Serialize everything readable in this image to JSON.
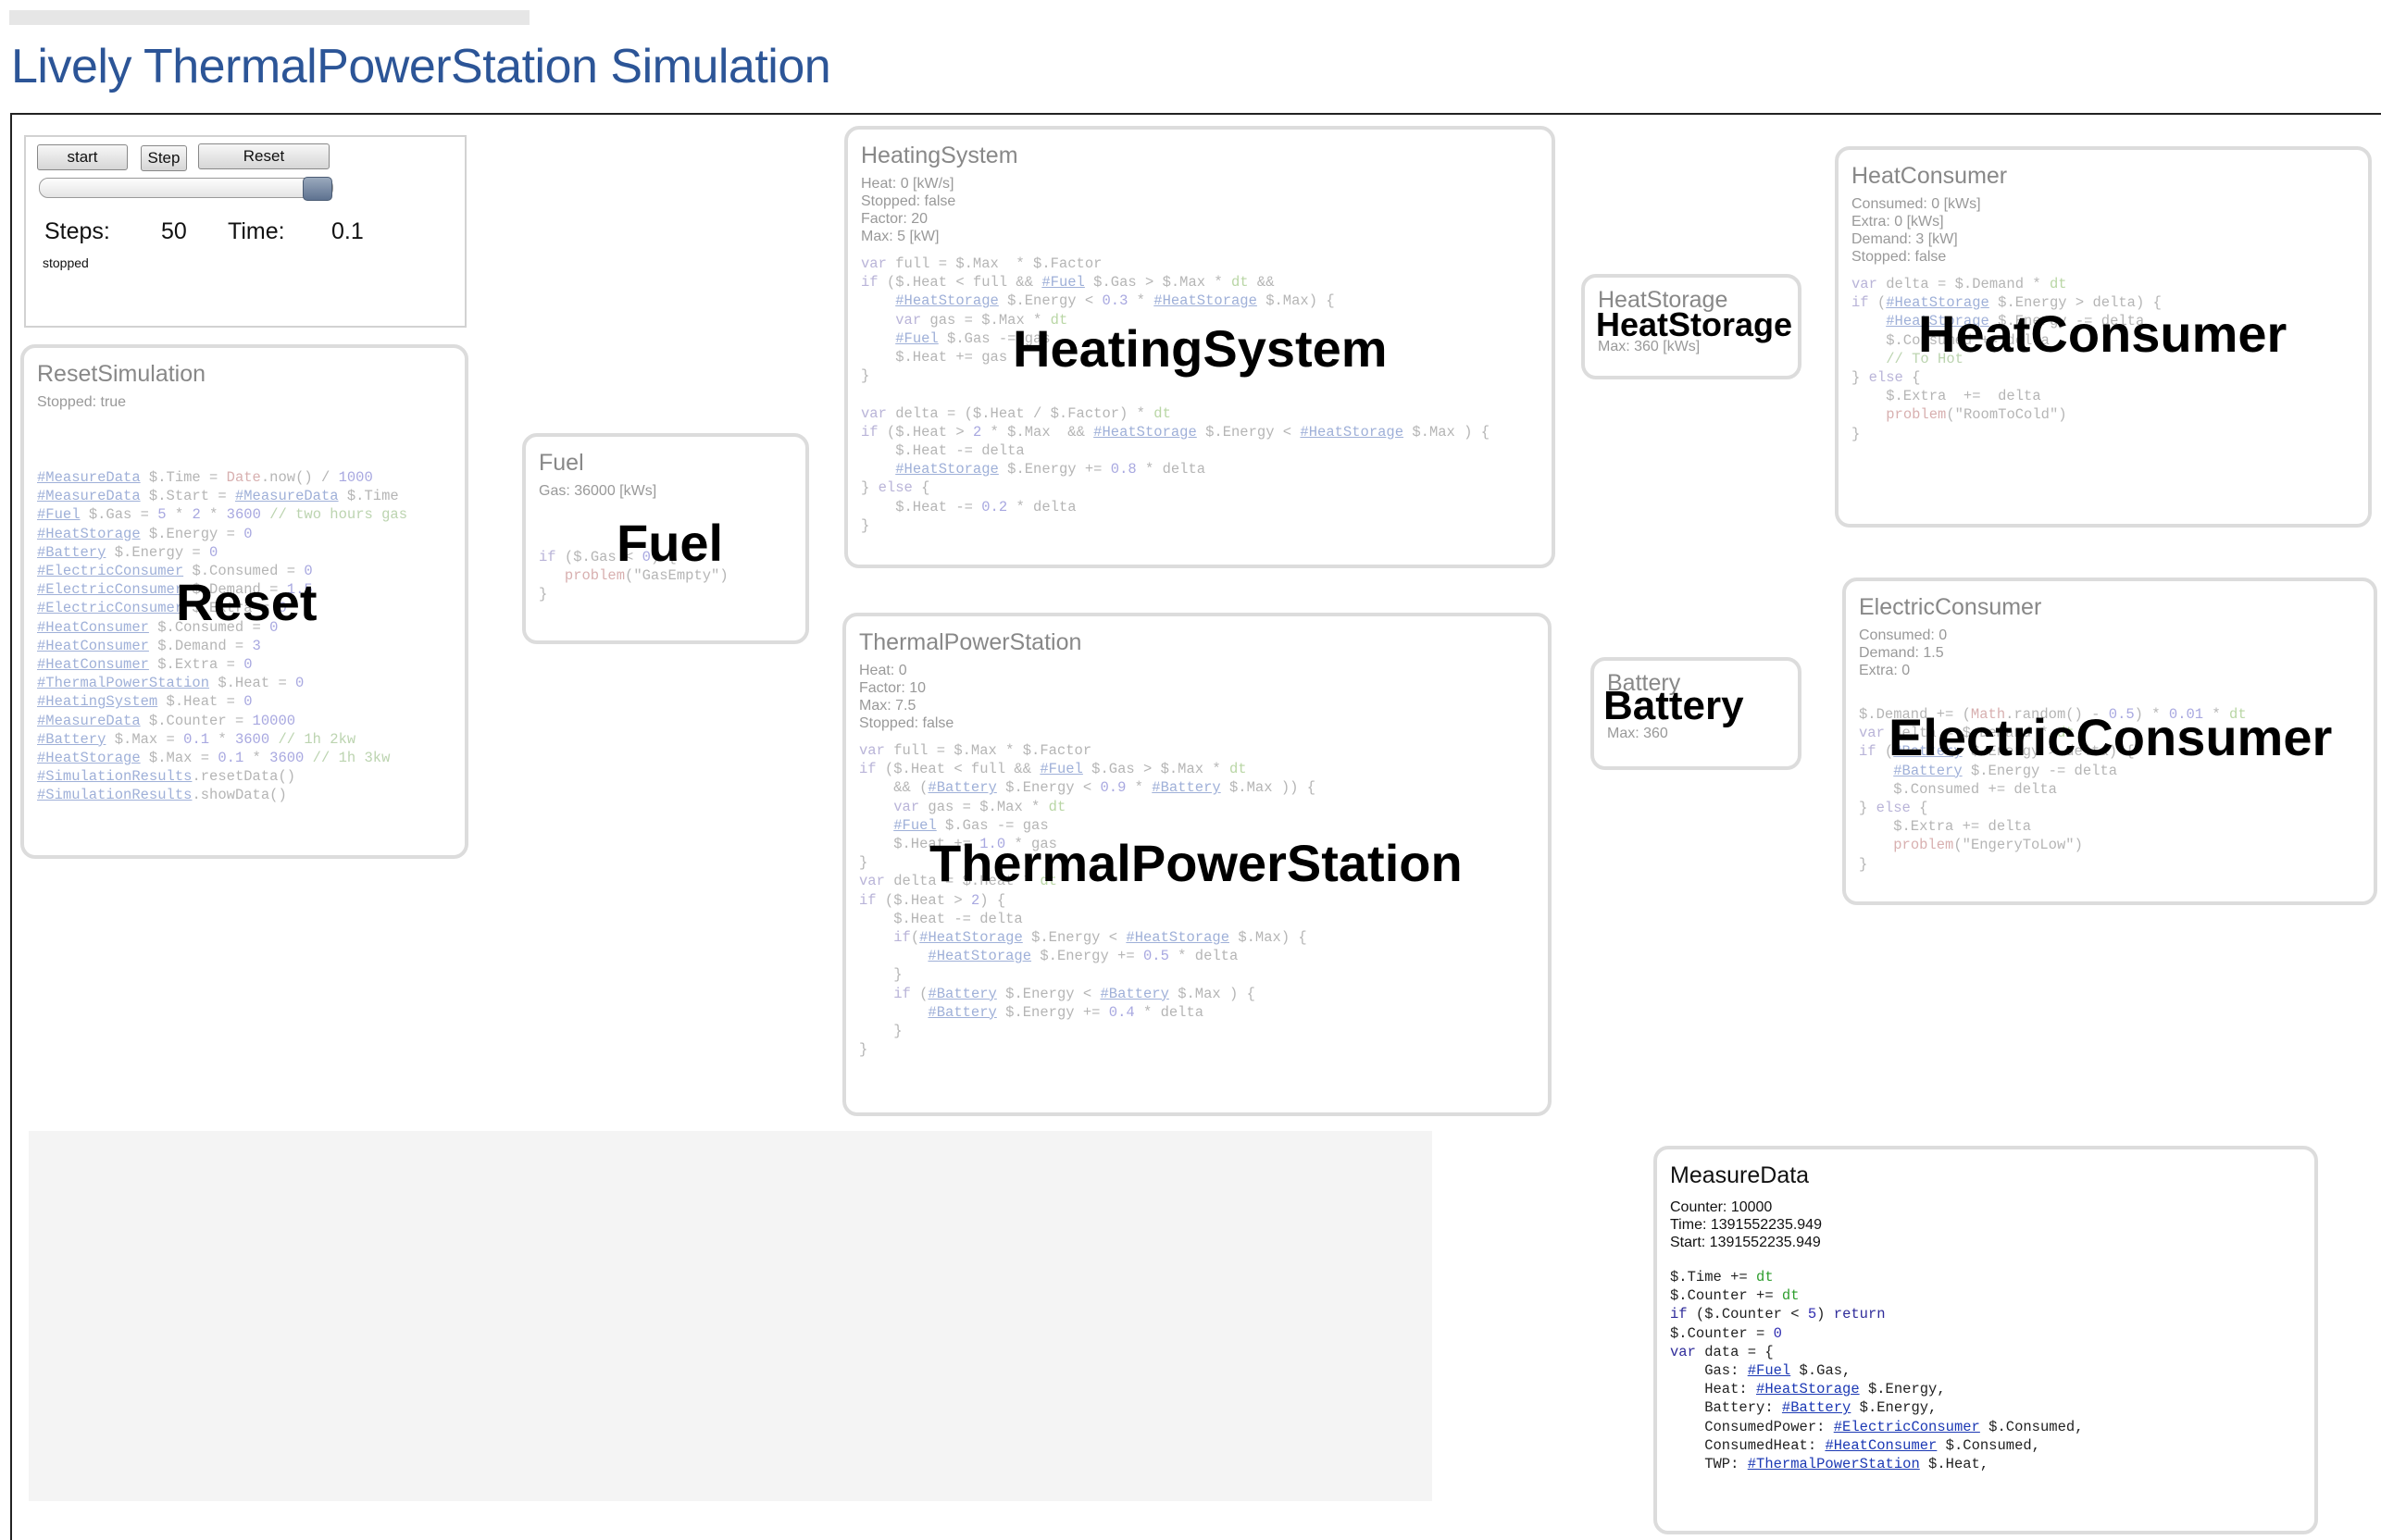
{
  "page": {
    "title": "Lively ThermalPowerStation Simulation"
  },
  "controls": {
    "start_label": "start",
    "step_label": "Step",
    "reset_label": "Reset",
    "steps_label": "Steps:",
    "steps_value": "50",
    "time_label": "Time:",
    "time_value": "0.1",
    "status": "stopped",
    "slider_value": 1.0
  },
  "reset": {
    "title": "ResetSimulation",
    "stopped": "Stopped: true",
    "big_label": "Reset",
    "code": [
      [
        [
          "lnk",
          "#MeasureData"
        ],
        [
          "t",
          " $.Time = "
        ],
        [
          "str",
          "Date"
        ],
        [
          "t",
          ".now() / "
        ],
        [
          "num",
          "1000"
        ]
      ],
      [
        [
          "lnk",
          "#MeasureData"
        ],
        [
          "t",
          " $.Start = "
        ],
        [
          "lnk",
          "#MeasureData"
        ],
        [
          "t",
          " $.Time"
        ]
      ],
      [
        [
          "lnk",
          "#Fuel"
        ],
        [
          "t",
          " $.Gas = "
        ],
        [
          "num",
          "5"
        ],
        [
          "t",
          " * "
        ],
        [
          "num",
          "2"
        ],
        [
          "t",
          " * "
        ],
        [
          "num",
          "3600"
        ],
        [
          "cmt",
          " // two hours gas"
        ]
      ],
      [
        [
          "lnk",
          "#HeatStorage"
        ],
        [
          "t",
          " $.Energy = "
        ],
        [
          "num",
          "0"
        ]
      ],
      [
        [
          "lnk",
          "#Battery"
        ],
        [
          "t",
          " $.Energy = "
        ],
        [
          "num",
          "0"
        ]
      ],
      [
        [
          "lnk",
          "#ElectricConsumer"
        ],
        [
          "t",
          " $.Consumed = "
        ],
        [
          "num",
          "0"
        ]
      ],
      [
        [
          "lnk",
          "#ElectricConsumer"
        ],
        [
          "t",
          " $.Demand = "
        ],
        [
          "num",
          "1.5"
        ]
      ],
      [
        [
          "lnk",
          "#ElectricConsumer"
        ],
        [
          "t",
          " $.Extra = "
        ],
        [
          "num",
          "0"
        ]
      ],
      [
        [
          "lnk",
          "#HeatConsumer"
        ],
        [
          "t",
          " $.Consumed = "
        ],
        [
          "num",
          "0"
        ]
      ],
      [
        [
          "lnk",
          "#HeatConsumer"
        ],
        [
          "t",
          " $.Demand = "
        ],
        [
          "num",
          "3"
        ]
      ],
      [
        [
          "lnk",
          "#HeatConsumer"
        ],
        [
          "t",
          " $.Extra = "
        ],
        [
          "num",
          "0"
        ]
      ],
      [
        [
          "lnk",
          "#ThermalPowerStation"
        ],
        [
          "t",
          " $.Heat = "
        ],
        [
          "num",
          "0"
        ]
      ],
      [
        [
          "lnk",
          "#HeatingSystem"
        ],
        [
          "t",
          " $.Heat = "
        ],
        [
          "num",
          "0"
        ]
      ],
      [
        [
          "lnk",
          "#MeasureData"
        ],
        [
          "t",
          " $.Counter = "
        ],
        [
          "num",
          "10000"
        ]
      ],
      [
        [
          "lnk",
          "#Battery"
        ],
        [
          "t",
          " $.Max = "
        ],
        [
          "num",
          "0.1"
        ],
        [
          "t",
          " * "
        ],
        [
          "num",
          "3600"
        ],
        [
          "cmt",
          " // 1h 2kw"
        ]
      ],
      [
        [
          "lnk",
          "#HeatStorage"
        ],
        [
          "t",
          " $.Max = "
        ],
        [
          "num",
          "0.1"
        ],
        [
          "t",
          " * "
        ],
        [
          "num",
          "3600"
        ],
        [
          "cmt",
          " // 1h 3kw"
        ]
      ],
      [
        [
          "lnk",
          "#SimulationResults"
        ],
        [
          "t",
          ".resetData()"
        ]
      ],
      [
        [
          "lnk",
          "#SimulationResults"
        ],
        [
          "t",
          ".showData()"
        ]
      ]
    ]
  },
  "fuel": {
    "title": "Fuel",
    "props": [
      "Gas: 36000 [kWs]"
    ],
    "big_label": "Fuel",
    "code": [
      [
        [
          "kw",
          "if"
        ],
        [
          "t",
          " ($.Gas < "
        ],
        [
          "num",
          "0"
        ],
        [
          "t",
          ") {"
        ]
      ],
      [
        [
          "t",
          "   "
        ],
        [
          "str",
          "problem"
        ],
        [
          "t",
          "(\"GasEmpty\")"
        ]
      ],
      [
        [
          "t",
          "}"
        ]
      ]
    ]
  },
  "heating": {
    "title": "HeatingSystem",
    "props": [
      "Heat: 0 [kW/s]",
      "Stopped: false",
      "Factor: 20",
      "Max: 5 [kW]"
    ],
    "big_label": "HeatingSystem",
    "code": [
      [
        [
          "kw",
          "var"
        ],
        [
          "t",
          " full = $.Max  * $.Factor"
        ]
      ],
      [
        [
          "kw",
          "if"
        ],
        [
          "t",
          " ($.Heat < full && "
        ],
        [
          "lnk",
          "#Fuel"
        ],
        [
          "t",
          " $.Gas > $.Max * "
        ],
        [
          "grn",
          "dt"
        ],
        [
          "t",
          " &&"
        ]
      ],
      [
        [
          "t",
          "    "
        ],
        [
          "lnk",
          "#HeatStorage"
        ],
        [
          "t",
          " $.Energy < "
        ],
        [
          "num",
          "0.3"
        ],
        [
          "t",
          " * "
        ],
        [
          "lnk",
          "#HeatStorage"
        ],
        [
          "t",
          " $.Max) {"
        ]
      ],
      [
        [
          "t",
          "    "
        ],
        [
          "kw",
          "var"
        ],
        [
          "t",
          " gas = $.Max * "
        ],
        [
          "grn",
          "dt"
        ]
      ],
      [
        [
          "t",
          "    "
        ],
        [
          "lnk",
          "#Fuel"
        ],
        [
          "t",
          " $.Gas -= gas"
        ]
      ],
      [
        [
          "t",
          "    $.Heat += gas"
        ]
      ],
      [
        [
          "t",
          "}"
        ]
      ],
      [
        [
          "t",
          ""
        ]
      ],
      [
        [
          "kw",
          "var"
        ],
        [
          "t",
          " delta = ($.Heat / $.Factor) * "
        ],
        [
          "grn",
          "dt"
        ]
      ],
      [
        [
          "kw",
          "if"
        ],
        [
          "t",
          " ($.Heat > "
        ],
        [
          "num",
          "2"
        ],
        [
          "t",
          " * $.Max  && "
        ],
        [
          "lnk",
          "#HeatStorage"
        ],
        [
          "t",
          " $.Energy < "
        ],
        [
          "lnk",
          "#HeatStorage"
        ],
        [
          "t",
          " $.Max ) {"
        ]
      ],
      [
        [
          "t",
          "    $.Heat -= delta"
        ]
      ],
      [
        [
          "t",
          "    "
        ],
        [
          "lnk",
          "#HeatStorage"
        ],
        [
          "t",
          " $.Energy += "
        ],
        [
          "num",
          "0.8"
        ],
        [
          "t",
          " * delta"
        ]
      ],
      [
        [
          "t",
          "} "
        ],
        [
          "kw",
          "else"
        ],
        [
          "t",
          " {"
        ]
      ],
      [
        [
          "t",
          "    $.Heat -= "
        ],
        [
          "num",
          "0.2"
        ],
        [
          "t",
          " * delta"
        ]
      ],
      [
        [
          "t",
          "}"
        ]
      ]
    ]
  },
  "heatstorage": {
    "title": "HeatStorage",
    "props": [
      "Max: 360 [kWs]"
    ],
    "big_label": "HeatStorage"
  },
  "heatconsumer": {
    "title": "HeatConsumer",
    "props": [
      "Consumed: 0 [kWs]",
      "Extra: 0 [kWs]",
      "Demand: 3 [kW]",
      "Stopped: false"
    ],
    "big_label": "HeatConsumer",
    "code": [
      [
        [
          "kw",
          "var"
        ],
        [
          "t",
          " delta = $.Demand * "
        ],
        [
          "grn",
          "dt"
        ]
      ],
      [
        [
          "kw",
          "if"
        ],
        [
          "t",
          " ("
        ],
        [
          "lnk",
          "#HeatStorage"
        ],
        [
          "t",
          " $.Energy > delta) {"
        ]
      ],
      [
        [
          "t",
          "    "
        ],
        [
          "lnk",
          "#HeatStorage"
        ],
        [
          "t",
          " $.Energy -= delta"
        ]
      ],
      [
        [
          "t",
          "    $.Consumed += delta"
        ]
      ],
      [
        [
          "t",
          "    "
        ],
        [
          "cmt",
          "// To Hot"
        ]
      ],
      [
        [
          "t",
          "} "
        ],
        [
          "kw",
          "else"
        ],
        [
          "t",
          " {"
        ]
      ],
      [
        [
          "t",
          "    $.Extra  +=  delta"
        ]
      ],
      [
        [
          "t",
          "    "
        ],
        [
          "str",
          "problem"
        ],
        [
          "t",
          "(\"RoomToCold\")"
        ]
      ],
      [
        [
          "t",
          "}"
        ]
      ]
    ]
  },
  "tps": {
    "title": "ThermalPowerStation",
    "props": [
      "Heat: 0",
      "Factor: 10",
      "Max: 7.5",
      "Stopped: false"
    ],
    "big_label": "ThermalPowerStation",
    "code": [
      [
        [
          "kw",
          "var"
        ],
        [
          "t",
          " full = $.Max * $.Factor"
        ]
      ],
      [
        [
          "kw",
          "if"
        ],
        [
          "t",
          " ($.Heat < full && "
        ],
        [
          "lnk",
          "#Fuel"
        ],
        [
          "t",
          " $.Gas > $.Max * "
        ],
        [
          "grn",
          "dt"
        ]
      ],
      [
        [
          "t",
          "    && ("
        ],
        [
          "lnk",
          "#Battery"
        ],
        [
          "t",
          " $.Energy < "
        ],
        [
          "num",
          "0.9"
        ],
        [
          "t",
          " * "
        ],
        [
          "lnk",
          "#Battery"
        ],
        [
          "t",
          " $.Max )) {"
        ]
      ],
      [
        [
          "t",
          "    "
        ],
        [
          "kw",
          "var"
        ],
        [
          "t",
          " gas = $.Max * "
        ],
        [
          "grn",
          "dt"
        ]
      ],
      [
        [
          "t",
          "    "
        ],
        [
          "lnk",
          "#Fuel"
        ],
        [
          "t",
          " $.Gas -= gas"
        ]
      ],
      [
        [
          "t",
          "    $.Heat += "
        ],
        [
          "num",
          "1.0"
        ],
        [
          "t",
          " * gas"
        ]
      ],
      [
        [
          "t",
          "}"
        ]
      ],
      [
        [
          "kw",
          "var"
        ],
        [
          "t",
          " delta = $.Heat * "
        ],
        [
          "grn",
          "dt"
        ]
      ],
      [
        [
          "kw",
          "if"
        ],
        [
          "t",
          " ($.Heat > "
        ],
        [
          "num",
          "2"
        ],
        [
          "t",
          ") {"
        ]
      ],
      [
        [
          "t",
          "    $.Heat -= delta"
        ]
      ],
      [
        [
          "t",
          "    "
        ],
        [
          "kw",
          "if"
        ],
        [
          "t",
          "("
        ],
        [
          "lnk",
          "#HeatStorage"
        ],
        [
          "t",
          " $.Energy < "
        ],
        [
          "lnk",
          "#HeatStorage"
        ],
        [
          "t",
          " $.Max) {"
        ]
      ],
      [
        [
          "t",
          "        "
        ],
        [
          "lnk",
          "#HeatStorage"
        ],
        [
          "t",
          " $.Energy += "
        ],
        [
          "num",
          "0.5"
        ],
        [
          "t",
          " * delta"
        ]
      ],
      [
        [
          "t",
          "    }"
        ]
      ],
      [
        [
          "t",
          "    "
        ],
        [
          "kw",
          "if"
        ],
        [
          "t",
          " ("
        ],
        [
          "lnk",
          "#Battery"
        ],
        [
          "t",
          " $.Energy < "
        ],
        [
          "lnk",
          "#Battery"
        ],
        [
          "t",
          " $.Max ) {"
        ]
      ],
      [
        [
          "t",
          "        "
        ],
        [
          "lnk",
          "#Battery"
        ],
        [
          "t",
          " $.Energy += "
        ],
        [
          "num",
          "0.4"
        ],
        [
          "t",
          " * delta"
        ]
      ],
      [
        [
          "t",
          "    }"
        ]
      ],
      [
        [
          "t",
          "}"
        ]
      ]
    ]
  },
  "battery": {
    "title": "Battery",
    "props": [
      "Max: 360"
    ],
    "big_label": "Battery"
  },
  "electric": {
    "title": "ElectricConsumer",
    "props": [
      "Consumed: 0",
      "Demand: 1.5",
      "Extra: 0"
    ],
    "big_label": "ElectricConsumer",
    "code": [
      [
        [
          "t",
          "$.Demand += ("
        ],
        [
          "str",
          "Math"
        ],
        [
          "t",
          ".random() - "
        ],
        [
          "num",
          "0.5"
        ],
        [
          "t",
          ") * "
        ],
        [
          "num",
          "0.01"
        ],
        [
          "t",
          " * "
        ],
        [
          "grn",
          "dt"
        ]
      ],
      [
        [
          "kw",
          "var"
        ],
        [
          "t",
          " delta = $.Demand * "
        ],
        [
          "grn",
          "dt"
        ]
      ],
      [
        [
          "kw",
          "if"
        ],
        [
          "t",
          " ("
        ],
        [
          "lnk",
          "#Battery"
        ],
        [
          "t",
          " $.Energy > delta) {"
        ]
      ],
      [
        [
          "t",
          "    "
        ],
        [
          "lnk",
          "#Battery"
        ],
        [
          "t",
          " $.Energy -= delta"
        ]
      ],
      [
        [
          "t",
          "    $.Consumed += delta"
        ]
      ],
      [
        [
          "t",
          "} "
        ],
        [
          "kw",
          "else"
        ],
        [
          "t",
          " {"
        ]
      ],
      [
        [
          "t",
          "    $.Extra += delta"
        ]
      ],
      [
        [
          "t",
          "    "
        ],
        [
          "str",
          "problem"
        ],
        [
          "t",
          "(\"EngeryToLow\")"
        ]
      ],
      [
        [
          "t",
          "}"
        ]
      ]
    ]
  },
  "measure": {
    "title": "MeasureData",
    "props": [
      "Counter: 10000",
      "Time: 1391552235.949",
      "Start: 1391552235.949"
    ],
    "code": [
      [
        [
          "t",
          "$.Time += "
        ],
        [
          "grn",
          "dt"
        ]
      ],
      [
        [
          "t",
          "$.Counter += "
        ],
        [
          "grn",
          "dt"
        ]
      ],
      [
        [
          "kw",
          "if"
        ],
        [
          "t",
          " ($.Counter < "
        ],
        [
          "num",
          "5"
        ],
        [
          "t",
          ") "
        ],
        [
          "kw",
          "return"
        ]
      ],
      [
        [
          "t",
          "$.Counter = "
        ],
        [
          "num",
          "0"
        ]
      ],
      [
        [
          "kw",
          "var"
        ],
        [
          "t",
          " data = {"
        ]
      ],
      [
        [
          "t",
          "    Gas: "
        ],
        [
          "lnk",
          "#Fuel"
        ],
        [
          "t",
          " $.Gas,"
        ]
      ],
      [
        [
          "t",
          "    Heat: "
        ],
        [
          "lnk",
          "#HeatStorage"
        ],
        [
          "t",
          " $.Energy,"
        ]
      ],
      [
        [
          "t",
          "    Battery: "
        ],
        [
          "lnk",
          "#Battery"
        ],
        [
          "t",
          " $.Energy,"
        ]
      ],
      [
        [
          "t",
          "    ConsumedPower: "
        ],
        [
          "lnk",
          "#ElectricConsumer"
        ],
        [
          "t",
          " $.Consumed,"
        ]
      ],
      [
        [
          "t",
          "    ConsumedHeat: "
        ],
        [
          "lnk",
          "#HeatConsumer"
        ],
        [
          "t",
          " $.Consumed,"
        ]
      ],
      [
        [
          "t",
          "    TWP: "
        ],
        [
          "lnk",
          "#ThermalPowerStation"
        ],
        [
          "t",
          " $.Heat,"
        ]
      ]
    ]
  }
}
